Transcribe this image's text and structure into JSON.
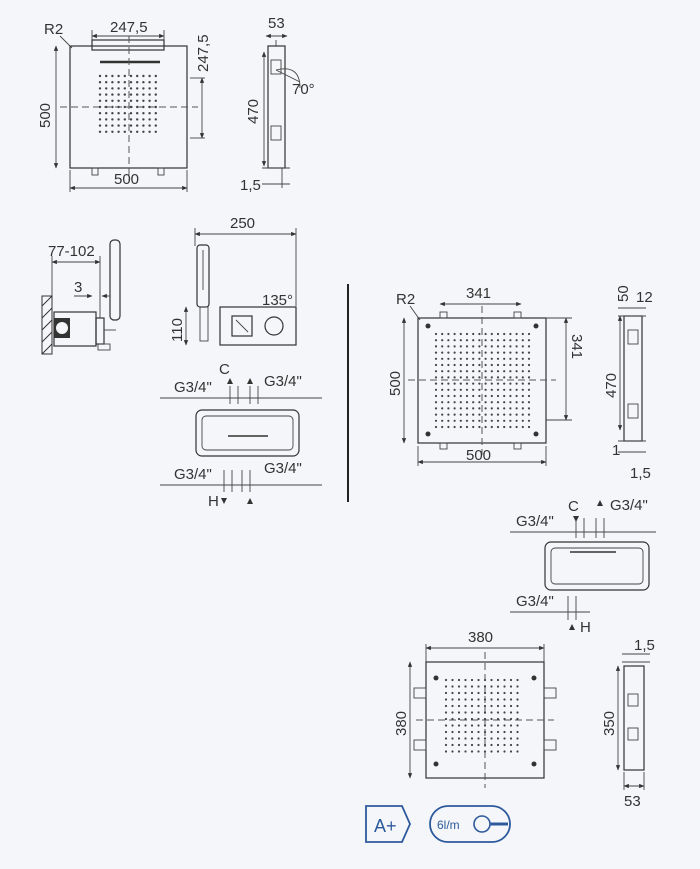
{
  "panel_a": {
    "radius": "R2",
    "width_top": "247,5",
    "height_side": "247,5",
    "height_left": "500",
    "width_bottom": "500"
  },
  "side_a": {
    "depth": "53",
    "angle": "70°",
    "height": "470",
    "bottom": "1,5"
  },
  "wall": {
    "range": "77-102",
    "gap": "3"
  },
  "mixer": {
    "width": "250",
    "height": "110",
    "angle": "135°"
  },
  "conn_a": {
    "top_left": "G3/4\"",
    "top_right": "G3/4\"",
    "bottom_left": "G3/4\"",
    "bottom_right": "G3/4\"",
    "cold": "C",
    "hot": "H"
  },
  "panel_b": {
    "radius": "R2",
    "width_top": "341",
    "height_side": "341",
    "height_left": "500",
    "width_bottom": "500"
  },
  "side_b": {
    "depth": "50",
    "depth2": "12",
    "height": "470",
    "offset": "1",
    "bottom": "1,5"
  },
  "conn_b": {
    "top_left": "G3/4\"",
    "top_right": "G3/4\"",
    "bottom_left": "G3/4\"",
    "cold": "C",
    "hot": "H"
  },
  "panel_c": {
    "width_top": "380",
    "height_left": "380"
  },
  "side_c": {
    "top": "1,5",
    "height": "350",
    "depth": "53"
  },
  "badges": {
    "energy_class": "A+",
    "flow_rate": "6l/m"
  }
}
